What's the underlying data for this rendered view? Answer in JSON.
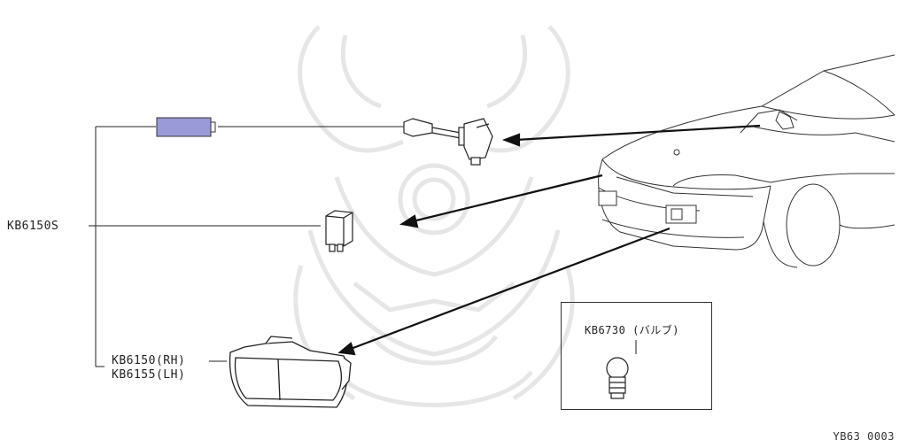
{
  "labels": {
    "relay_assembly": "KB6150S",
    "lamp_rh": "KB6150(RH)",
    "lamp_lh": "KB6155(LH)",
    "bulb": "KB6730 (バルブ)",
    "diagram_code": "YB63 0003"
  },
  "colors": {
    "line": "#222222",
    "highlight": "#9a9ad8",
    "watermark": "#e6e6e6"
  },
  "icons": [
    "relay-unit-icon",
    "harness-connector-icon",
    "bulb-icon",
    "car-front-icon",
    "lamp-icon",
    "watermark-crest-icon"
  ]
}
